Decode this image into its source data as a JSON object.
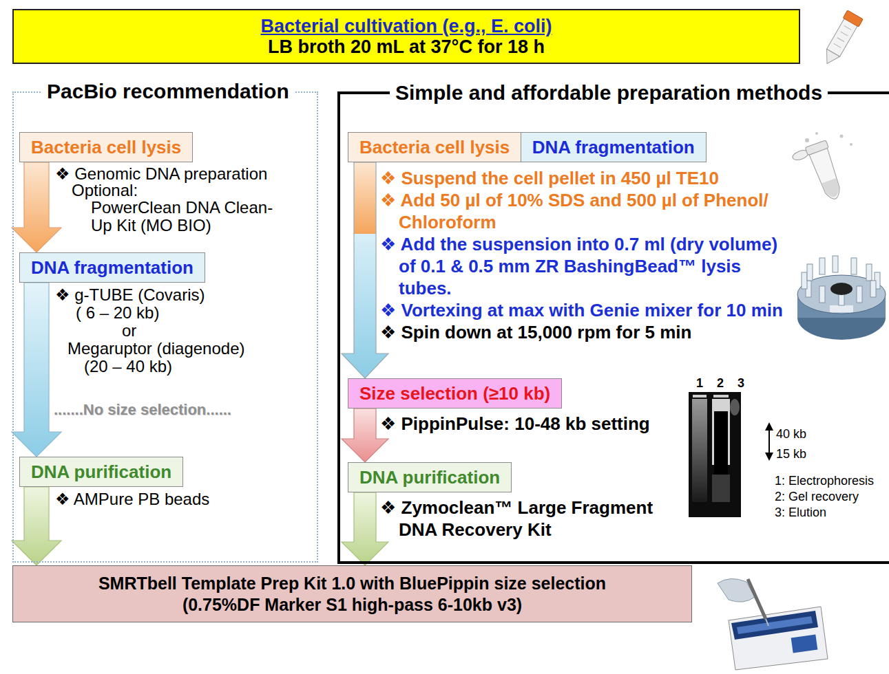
{
  "diagram": {
    "nodes": [
      {
        "text": [
          "Bacterial cultivation (e.g., E. coli)",
          "LB broth 20 mL at 37°C for 18 h"
        ]
      },
      {
        "text": [
          "PacBio recommendation"
        ]
      },
      {
        "text": [
          "Bacteria cell lysis"
        ],
        "in": 1
      },
      {
        "text": [
          "DNA fragmentation"
        ],
        "in": 1
      },
      {
        "text": [
          "DNA purification"
        ],
        "in": 1
      },
      {
        "text": [
          "Simple and affordable preparation methods"
        ]
      },
      {
        "text": [
          "Bacteria cell lysis"
        ],
        "in": 5
      },
      {
        "text": [
          "DNA fragmentation"
        ],
        "in": 5
      },
      {
        "text": [
          "Size selection (≥10 kb)"
        ],
        "in": 5
      },
      {
        "text": [
          "DNA purification"
        ],
        "in": 5
      },
      {
        "text": [
          "SMRTbell Template Prep Kit 1.0 with BluePippin size selection",
          "(0.75%DF Marker S1 high-pass 6-10kb v3)"
        ]
      }
    ],
    "edges": [
      {
        "from": 2,
        "to": 3,
        "arrow": "to"
      },
      {
        "from": 3,
        "to": 4,
        "arrow": "to"
      },
      {
        "from": 4,
        "to": 10,
        "arrow": "to"
      },
      {
        "from": 6,
        "to": 8,
        "arrow": "to"
      },
      {
        "from": 8,
        "to": 9,
        "arrow": "to"
      },
      {
        "from": 9,
        "to": 10,
        "arrow": "to"
      }
    ],
    "labels": [
      "❖ Genomic DNA preparation",
      "Optional:",
      "PowerClean DNA Clean-Up Kit (MO BIO)",
      "❖ g-TUBE (Covaris)",
      "( 6 – 20 kb)",
      "or",
      "Megaruptor (diagenode)",
      "(20 – 40 kb)",
      ".......No size selection......",
      "❖ AMPure PB beads",
      "❖ Suspend the cell pellet in 450 µl TE10",
      "❖ Add 50 µl of 10% SDS and 500 µl of Phenol/ Chloroform",
      "❖ Add the suspension into 0.7 ml (dry volume) of 0.1 & 0.5 mm ZR BashingBead™ lysis tubes.",
      "❖ Vortexing at max with Genie mixer for 10 min",
      "❖ Spin down at 15,000 rpm for 5 min",
      "❖ PippinPulse: 10-48 kb setting",
      "❖ Zymoclean™ Large Fragment DNA Recovery Kit",
      "1",
      "2",
      "3",
      "40 kb",
      "15 kb",
      "1: Electrophoresis",
      "2: Gel recovery",
      "3: Elution"
    ]
  }
}
